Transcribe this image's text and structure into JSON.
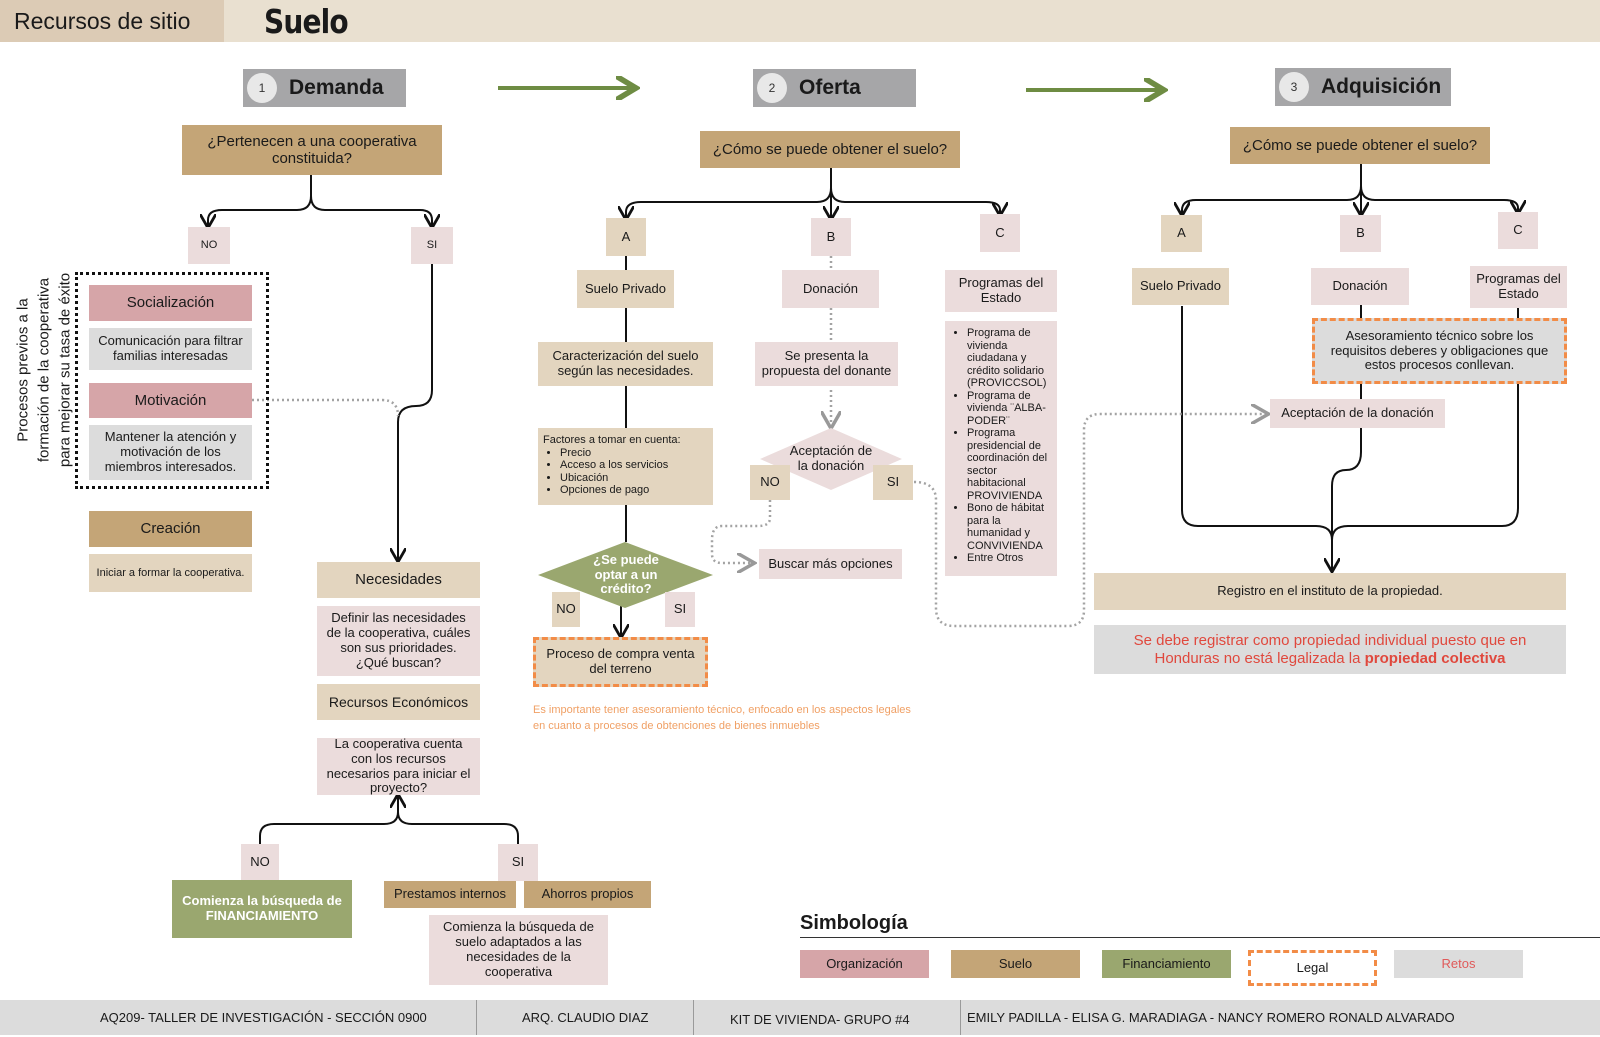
{
  "header": {
    "section": "Recursos de sitio",
    "title": "Suelo"
  },
  "steps": [
    {
      "num": "1",
      "label": "Demanda"
    },
    {
      "num": "2",
      "label": "Oferta"
    },
    {
      "num": "3",
      "label": "Adquisición"
    }
  ],
  "demanda": {
    "question": "¿Pertenecen a una cooperativa constituida?",
    "no": "NO",
    "si": "SI",
    "side_label": [
      "Procesos previos a la",
      "formación de la cooperativa",
      "para mejorar su tasa de éxito"
    ],
    "socializacion": "Socialización",
    "socializacion_desc": "Comunicación para filtrar familias interesadas",
    "motivacion": "Motivación",
    "motivacion_desc": "Mantener la atención y motivación de los miembros interesados.",
    "creacion": "Creación",
    "creacion_desc": "Iniciar a formar la cooperativa.",
    "necesidades": "Necesidades",
    "necesidades_desc": "Definir las necesidades de la cooperativa, cuáles son sus prioridades. ¿Qué buscan?",
    "recursos": "Recursos Económicos",
    "recursos_q": "La cooperativa cuenta con los recursos necesarios para iniciar el proyecto?",
    "rec_no": "NO",
    "rec_si": "SI",
    "financiamiento": "Comienza la búsqueda de FINANCIAMIENTO",
    "prestamos": "Prestamos internos",
    "ahorros": "Ahorros propios",
    "busqueda_suelo": "Comienza la búsqueda de suelo adaptados a las necesidades de la cooperativa"
  },
  "oferta": {
    "question": "¿Cómo se puede obtener el suelo?",
    "a": "A",
    "b": "B",
    "c": "C",
    "privado": "Suelo Privado",
    "donacion": "Donación",
    "programas": "Programas del Estado",
    "caracterizacion": "Caracterización del suelo según las necesidades.",
    "factores_title": "Factores a tomar en cuenta:",
    "factores": [
      "Precio",
      "Acceso a los servicios",
      "Ubicación",
      "Opciones de pago"
    ],
    "credito_q": "¿Se puede optar a un crédito?",
    "credito_no": "NO",
    "credito_si": "SI",
    "compra": "Proceso de compra venta del terreno",
    "propuesta": "Se presenta la propuesta del donante",
    "aceptacion_q": "Aceptación de la donación",
    "acept_no": "NO",
    "acept_si": "SI",
    "buscar": "Buscar más opciones",
    "programas_list": [
      "Programa de vivienda ciudadana y crédito solidario (PROVICCSOL)",
      "Programa de vivienda ¨ALBA-PODER¨",
      "Programa presidencial de coordinación del sector habitacional PROVIVIENDA",
      "Bono de hábitat para la humanidad y CONVIVIENDA",
      "Entre Otros"
    ],
    "note": "Es importante tener asesoramiento técnico, enfocado en los aspectos legales en cuanto a procesos de obtenciones de bienes inmuebles"
  },
  "adquisicion": {
    "question": "¿Cómo se puede obtener el suelo?",
    "a": "A",
    "b": "B",
    "c": "C",
    "privado": "Suelo Privado",
    "donacion": "Donación",
    "programas": "Programas del Estado",
    "asesoramiento": "Asesoramiento técnico sobre los requisitos deberes y obligaciones que estos procesos conllevan.",
    "aceptacion": "Aceptación de la donación",
    "registro": "Registro en el instituto de la propiedad.",
    "retos_1": "Se debe registrar como propiedad individual puesto que en Honduras no está legalizada la",
    "retos_bold": "propiedad colectiva"
  },
  "legend": {
    "title": "Simbología",
    "items": [
      {
        "label": "Organización",
        "color": "#d6a5a8"
      },
      {
        "label": "Suelo",
        "color": "#c4a577"
      },
      {
        "label": "Financiamiento",
        "color": "#9aa76f"
      },
      {
        "label": "Legal",
        "color": "#f28c47"
      },
      {
        "label": "Retos",
        "color": "#dcdcdc"
      }
    ]
  },
  "footer": {
    "course": "AQ209- TALLER DE INVESTIGACIÓN - SECCIÓN 0900",
    "teacher": "ARQ. CLAUDIO DIAZ",
    "project": "KIT DE VIVIENDA- GRUPO #4",
    "members": "EMILY PADILLA - ELISA G. MARADIAGA - NANCY ROMERO  RONALD ALVARADO"
  },
  "colors": {
    "arrow_green": "#6e8c43",
    "legal_orange": "#f28c47",
    "retos_red": "#e0483d"
  }
}
